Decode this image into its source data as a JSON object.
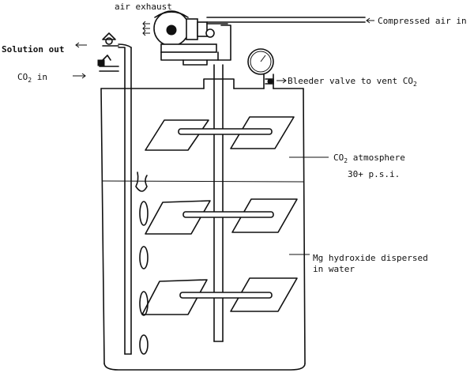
{
  "labels": {
    "air_exhaust": "air exhaust",
    "compressed_air_in": "Compressed air in",
    "solution_out": "Solution out",
    "co2_in_prefix": "CO",
    "co2_in_sub": "2",
    "co2_in_suffix": " in",
    "bleeder_prefix": "Bleeder valve to vent CO",
    "bleeder_sub": "2",
    "co2_atm_prefix": "CO",
    "co2_atm_sub": "2",
    "co2_atm_suffix": " atmosphere",
    "pressure": "30+ p.s.i.",
    "mg_line1": "Mg hydroxide dispersed",
    "mg_line2": "in water"
  },
  "colors": {
    "ink": "#111111",
    "background": "#ffffff"
  }
}
